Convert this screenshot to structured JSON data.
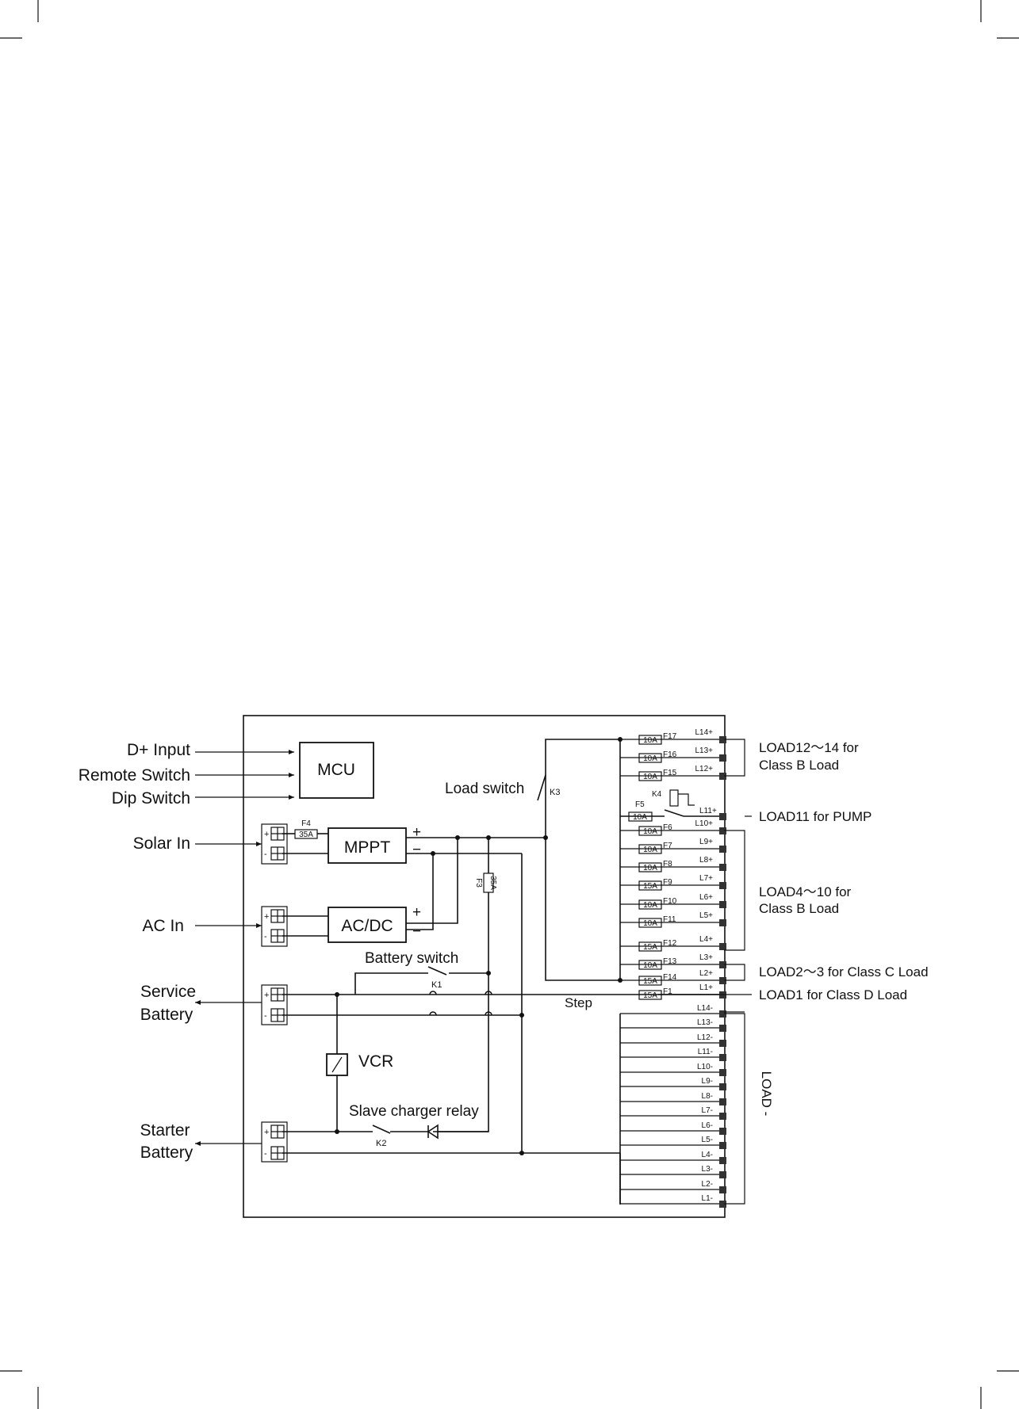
{
  "blocks": {
    "mcu": "MCU",
    "mppt": "MPPT",
    "acdc": "AC/DC",
    "vcr": "VCR"
  },
  "inputs": {
    "d_plus": "D+ Input",
    "remote": "Remote Switch",
    "dip": "Dip Switch",
    "solar": "Solar In",
    "ac": "AC In",
    "service_1": "Service",
    "service_2": "Battery",
    "starter_1": "Starter",
    "starter_2": "Battery"
  },
  "switches": {
    "load_switch": "Load switch",
    "k3": "K3",
    "battery_switch": "Battery switch",
    "k1": "K1",
    "slave_relay": "Slave charger relay",
    "k2": "K2",
    "k4": "K4",
    "step": "Step"
  },
  "fuses_main": {
    "f4_name": "F4",
    "f4_rating": "35A",
    "f3_name": "F3",
    "f3_rating": "35A",
    "f5_name": "F5",
    "f5_rating": "10A"
  },
  "symbols": {
    "plus": "+",
    "minus": "−",
    "term_plus": "+",
    "term_minus": "-"
  },
  "pos_outputs": [
    {
      "rating": "10A",
      "fuse": "F17",
      "terminal": "L14+"
    },
    {
      "rating": "10A",
      "fuse": "F16",
      "terminal": "L13+"
    },
    {
      "rating": "10A",
      "fuse": "F15",
      "terminal": "L12+"
    },
    {
      "rating": "10A",
      "fuse": "F6",
      "terminal": "L10+"
    },
    {
      "rating": "10A",
      "fuse": "F7",
      "terminal": "L9+"
    },
    {
      "rating": "10A",
      "fuse": "F8",
      "terminal": "L8+"
    },
    {
      "rating": "15A",
      "fuse": "F9",
      "terminal": "L7+"
    },
    {
      "rating": "10A",
      "fuse": "F10",
      "terminal": "L6+"
    },
    {
      "rating": "10A",
      "fuse": "F11",
      "terminal": "L5+"
    },
    {
      "rating": "15A",
      "fuse": "F12",
      "terminal": "L4+"
    },
    {
      "rating": "10A",
      "fuse": "F13",
      "terminal": "L3+"
    },
    {
      "rating": "15A",
      "fuse": "F14",
      "terminal": "L2+"
    },
    {
      "rating": "15A",
      "fuse": "F1",
      "terminal": "L1+"
    }
  ],
  "pump_terminal": "L11+",
  "neg_outputs": [
    "L14-",
    "L13-",
    "L12-",
    "L11-",
    "L10-",
    "L9-",
    "L8-",
    "L7-",
    "L6-",
    "L5-",
    "L4-",
    "L3-",
    "L2-",
    "L1-"
  ],
  "load_groups": {
    "g12_14_a": "LOAD12～14  for",
    "g12_14_b": "Class B Load",
    "g11": "LOAD11 for PUMP",
    "g4_10_a": "LOAD4～10 for",
    "g4_10_b": "Class B Load",
    "g2_3": "LOAD2～3 for Class C Load",
    "g1": "LOAD1 for Class D Load",
    "neg": "LOAD -"
  }
}
